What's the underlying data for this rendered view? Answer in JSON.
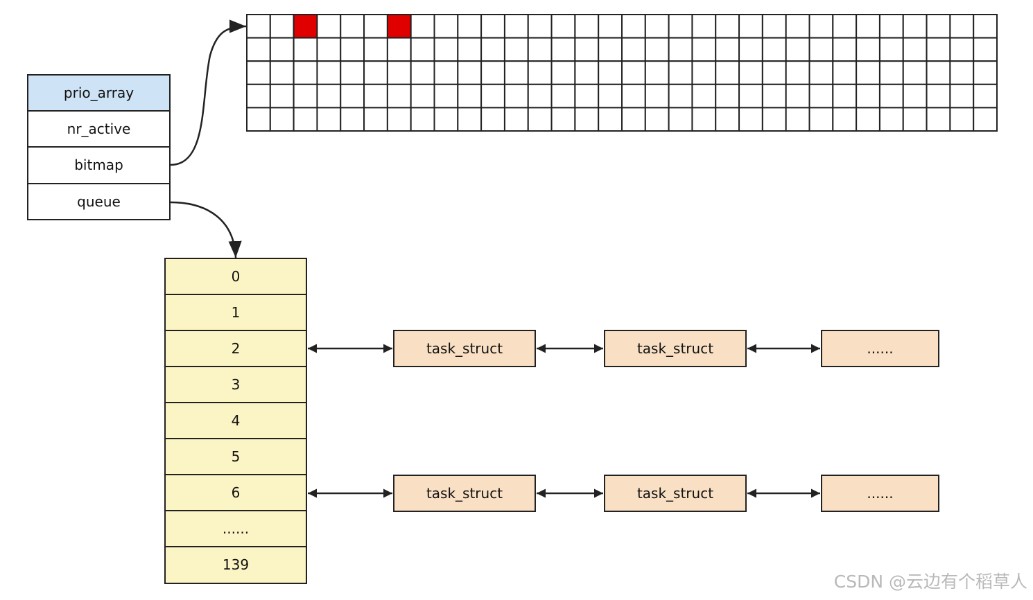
{
  "struct": {
    "fields": [
      "prio_array",
      "nr_active",
      "bitmap",
      "queue"
    ]
  },
  "bitmap": {
    "rows": 5,
    "cols": 32,
    "set_bits": [
      2,
      6
    ],
    "set_color": "#e00000"
  },
  "queue": {
    "labels": [
      "0",
      "1",
      "2",
      "3",
      "4",
      "5",
      "6",
      "......",
      "139"
    ]
  },
  "chains": [
    {
      "queue_index": 2,
      "nodes": [
        "task_struct",
        "task_struct",
        "......"
      ]
    },
    {
      "queue_index": 6,
      "nodes": [
        "task_struct",
        "task_struct",
        "......"
      ]
    }
  ],
  "colors": {
    "header_fill": "#cfe3f7",
    "queue_fill": "#fbf4c4",
    "node_fill": "#f9e0c4",
    "line": "#222222"
  },
  "watermark": "CSDN @云边有个稻草人"
}
